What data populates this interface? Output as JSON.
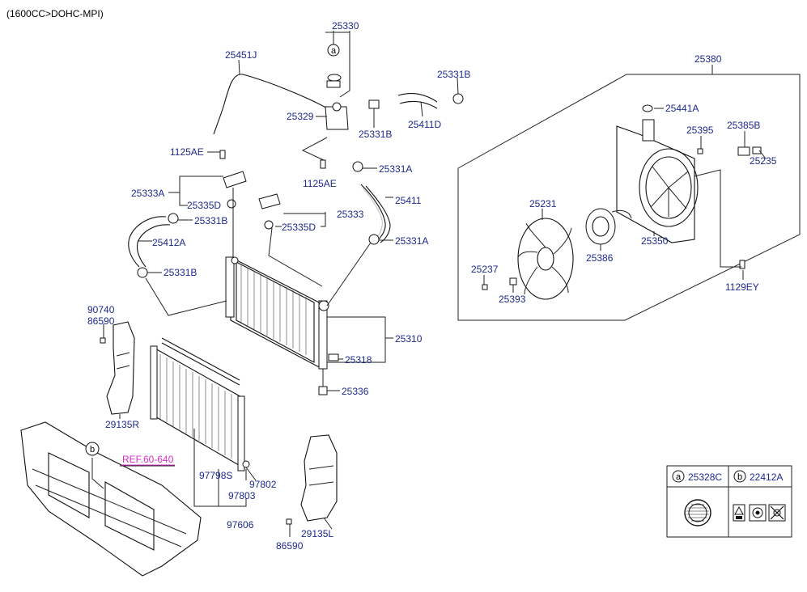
{
  "header": {
    "engine_spec": "(1600CC>DOHC-MPI)"
  },
  "reference": {
    "ref_label": "REF.60-640"
  },
  "callouts": {
    "a": "a",
    "b": "b"
  },
  "part_numbers": {
    "p25330": "25330",
    "p25451J": "25451J",
    "p25331B_top": "25331B",
    "p25329": "25329",
    "p25331B_mid": "25331B",
    "p25411D": "25411D",
    "p1125AE_left": "1125AE",
    "p1125AE_mid": "1125AE",
    "p25331A_top": "25331A",
    "p25333A": "25333A",
    "p25335D_left": "25335D",
    "p25411": "25411",
    "p25333": "25333",
    "p25331B_left": "25331B",
    "p25335D_mid": "25335D",
    "p25412A": "25412A",
    "p25331A_mid": "25331A",
    "p25331B_lower": "25331B",
    "p90740": "90740",
    "p86590_top": "86590",
    "p25310": "25310",
    "p25318": "25318",
    "p25336": "25336",
    "p29135R": "29135R",
    "p97798S": "97798S",
    "p97802": "97802",
    "p97803": "97803",
    "p97606": "97606",
    "p29135L": "29135L",
    "p86590_bottom": "86590",
    "p25380": "25380",
    "p25441A": "25441A",
    "p25395": "25395",
    "p25385B": "25385B",
    "p25235": "25235",
    "p25231": "25231",
    "p25237": "25237",
    "p25393": "25393",
    "p25386": "25386",
    "p25350": "25350",
    "p1129EY": "1129EY"
  },
  "legend": {
    "a_part": "25328C",
    "b_part": "22412A"
  }
}
